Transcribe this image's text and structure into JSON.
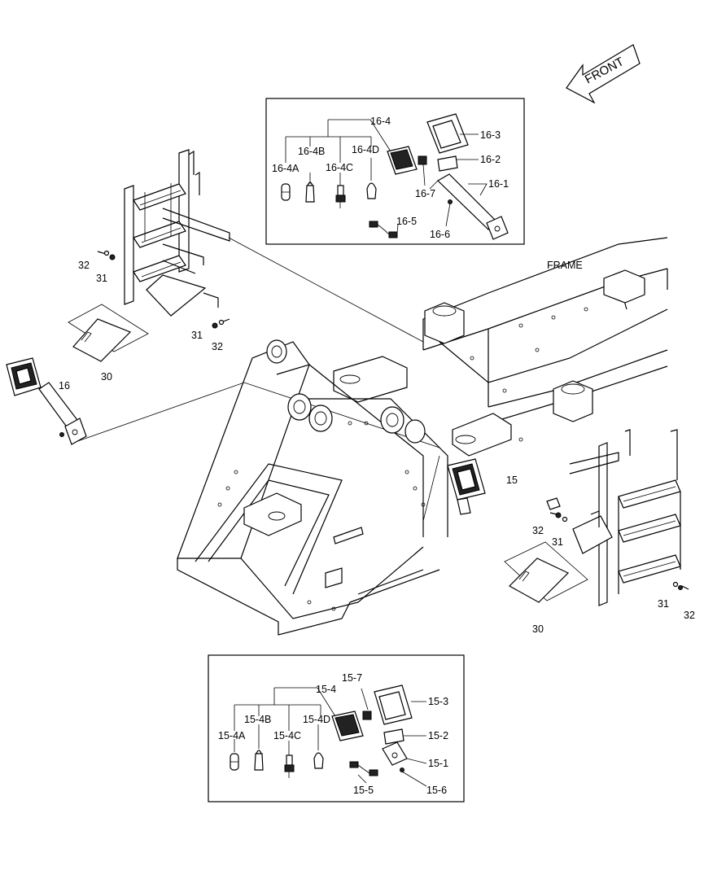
{
  "direction_label": "FRONT",
  "frame_label": "FRAME",
  "callouts": {
    "c16_4": "16-4",
    "c16_4A": "16-4A",
    "c16_4B": "16-4B",
    "c16_4C": "16-4C",
    "c16_4D": "16-4D",
    "c16_3": "16-3",
    "c16_2": "16-2",
    "c16_1": "16-1",
    "c16_7": "16-7",
    "c16_5": "16-5",
    "c16_6": "16-6",
    "c16": "16",
    "c15": "15",
    "c30a": "30",
    "c30b": "30",
    "c31a": "31",
    "c32a": "32",
    "c31b": "31",
    "c32b": "32",
    "c31c": "31",
    "c32c": "32",
    "c31d": "31",
    "c32d": "32",
    "c15_7": "15-7",
    "c15_4": "15-4",
    "c15_3": "15-3",
    "c15_4B": "15-4B",
    "c15_4D": "15-4D",
    "c15_4A": "15-4A",
    "c15_4C": "15-4C",
    "c15_2": "15-2",
    "c15_1": "15-1",
    "c15_5": "15-5",
    "c15_6": "15-6"
  }
}
